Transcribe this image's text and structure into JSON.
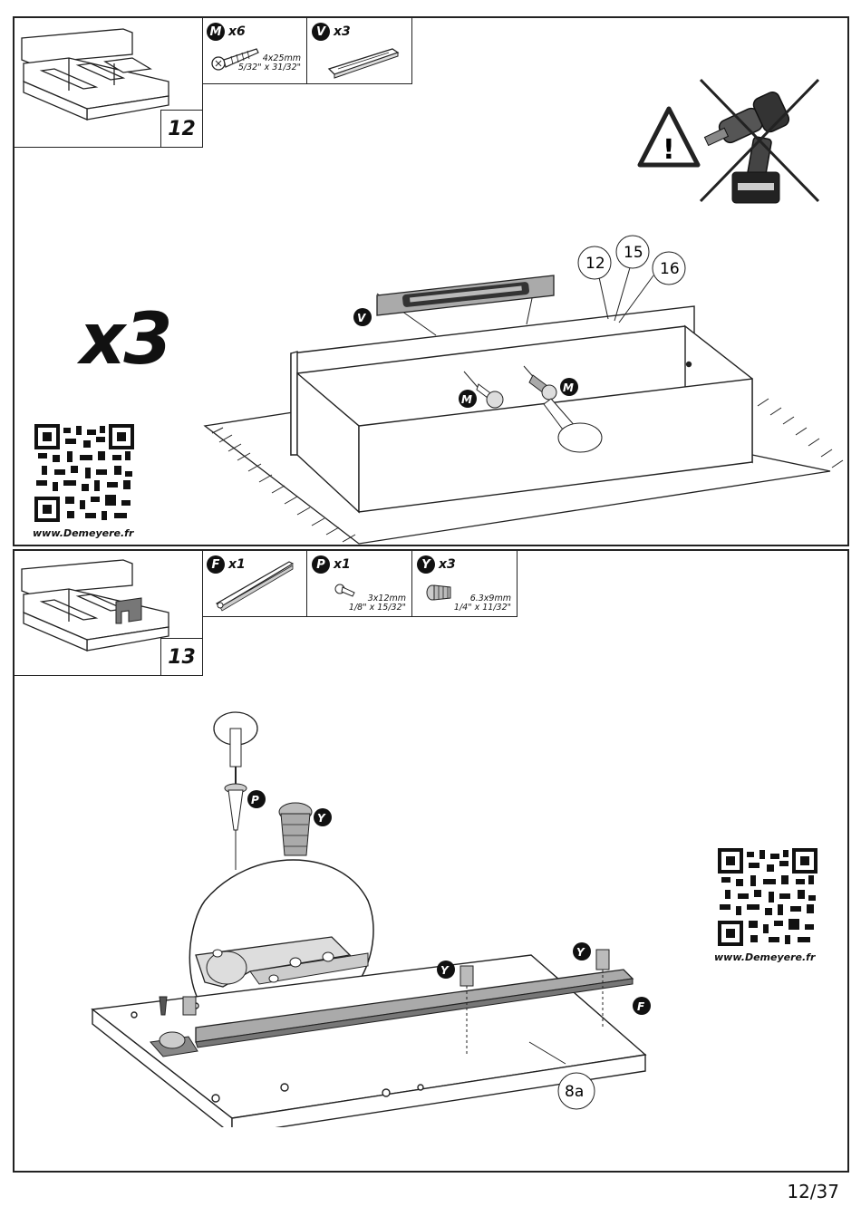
{
  "steps": [
    {
      "number": "12",
      "multiplier": "x3",
      "parts": [
        {
          "letter": "M",
          "qty": "x6",
          "dim_metric": "4x25mm",
          "dim_imperial": "5/32\" x 31/32\"",
          "icon": "screw-icon"
        },
        {
          "letter": "V",
          "qty": "x3",
          "icon": "handle-icon"
        }
      ],
      "callouts": [
        "12",
        "15",
        "16"
      ],
      "labels": {
        "handle": "V",
        "screw_a": "M",
        "screw_b": "M"
      },
      "warning": "!",
      "qr_url": "www.Demeyere.fr"
    },
    {
      "number": "13",
      "parts": [
        {
          "letter": "F",
          "qty": "x1",
          "icon": "rail-icon"
        },
        {
          "letter": "P",
          "qty": "x1",
          "dim_metric": "3x12mm",
          "dim_imperial": "1/8\" x 15/32\"",
          "icon": "screw-icon"
        },
        {
          "letter": "Y",
          "qty": "x3",
          "dim_metric": "6.3x9mm",
          "dim_imperial": "1/4\" x 11/32\"",
          "icon": "insert-icon"
        }
      ],
      "callouts": [
        "8a"
      ],
      "labels": {
        "p": "P",
        "y_zoom": "Y",
        "y_mid": "Y",
        "y_right": "Y",
        "f": "F"
      },
      "qr_url": "www.Demeyere.fr"
    }
  ],
  "page": {
    "number": "12/37"
  }
}
